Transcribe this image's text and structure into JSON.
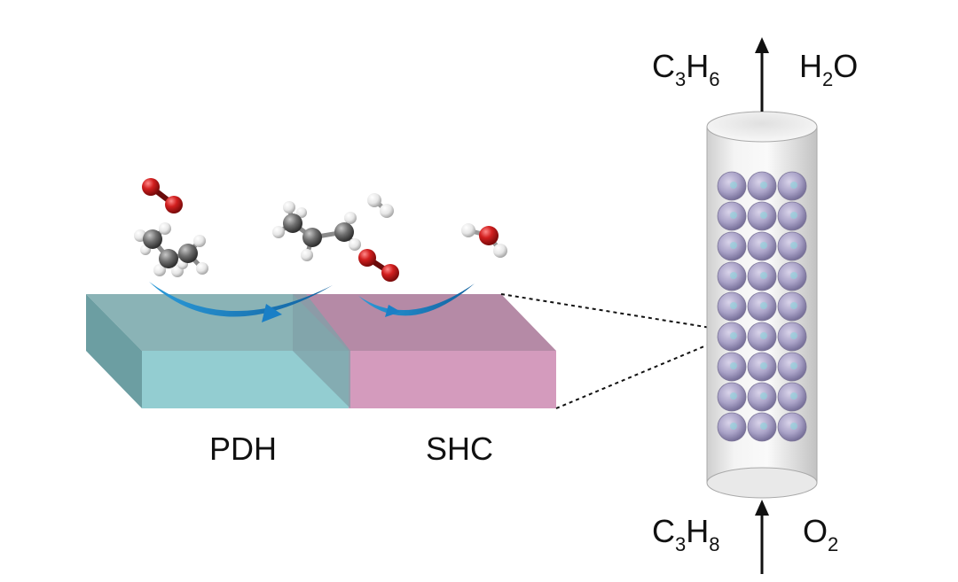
{
  "labels": {
    "pdh": "PDH",
    "shc": "SHC"
  },
  "formulas": {
    "out_left": {
      "main": "C",
      "s1": "3",
      "mid": "H",
      "s2": "6"
    },
    "out_right": {
      "main": "H",
      "s1": "2",
      "mid": "O"
    },
    "in_left": {
      "main": "C",
      "s1": "3",
      "mid": "H",
      "s2": "8"
    },
    "in_right": {
      "main": "O",
      "s1": "2"
    }
  },
  "colors": {
    "pdh_block": "#93cdd1",
    "shc_block": "#d49bbd",
    "arrow_blue": "#1a7fc6",
    "oxygen_red": "#d21f1f",
    "carbon_grey": "#6f6f6f",
    "hydrogen_white": "#f2f2f2",
    "sphere_lilac": "#a9a2c7"
  }
}
